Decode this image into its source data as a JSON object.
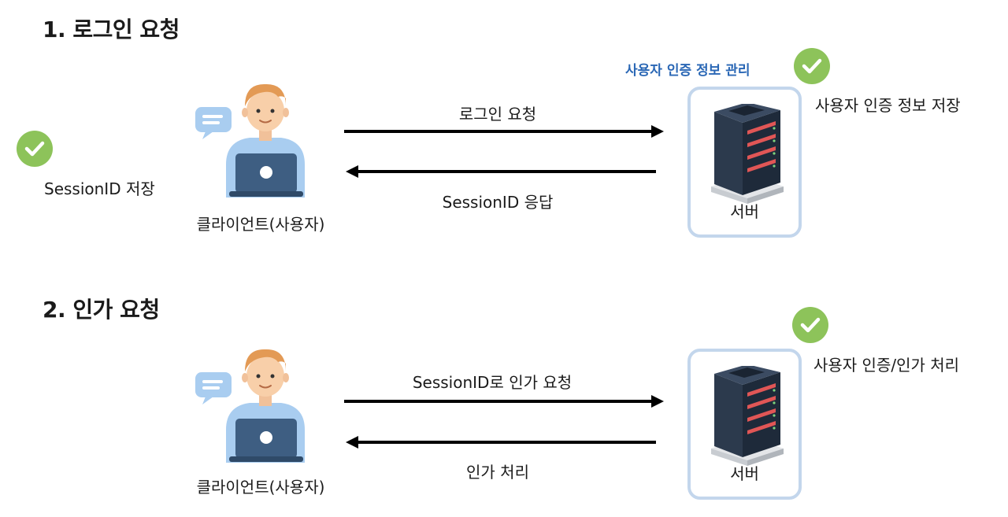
{
  "sections": [
    {
      "title": "1. 로그인 요청",
      "client_label": "클라이언트(사용자)",
      "server_label": "서버",
      "request_label": "로그인 요청",
      "response_label": "SessionID 응답",
      "client_note": "SessionID 저장",
      "server_header": "사용자 인증 정보 관리",
      "server_note": "사용자 인증 정보 저장"
    },
    {
      "title": "2. 인가 요청",
      "client_label": "클라이언트(사용자)",
      "server_label": "서버",
      "request_label": "SessionID로 인가 요청",
      "response_label": "인가 처리",
      "server_note": "사용자 인증/인가 처리"
    }
  ],
  "colors": {
    "check": "#8dc35a",
    "highlight": "#2a67b5",
    "server_frame": "#c3d6ec"
  },
  "icons": [
    "check-icon",
    "user-laptop-icon",
    "chat-bubble-icon",
    "server-rack-icon",
    "arrow-right-icon",
    "arrow-left-icon"
  ]
}
